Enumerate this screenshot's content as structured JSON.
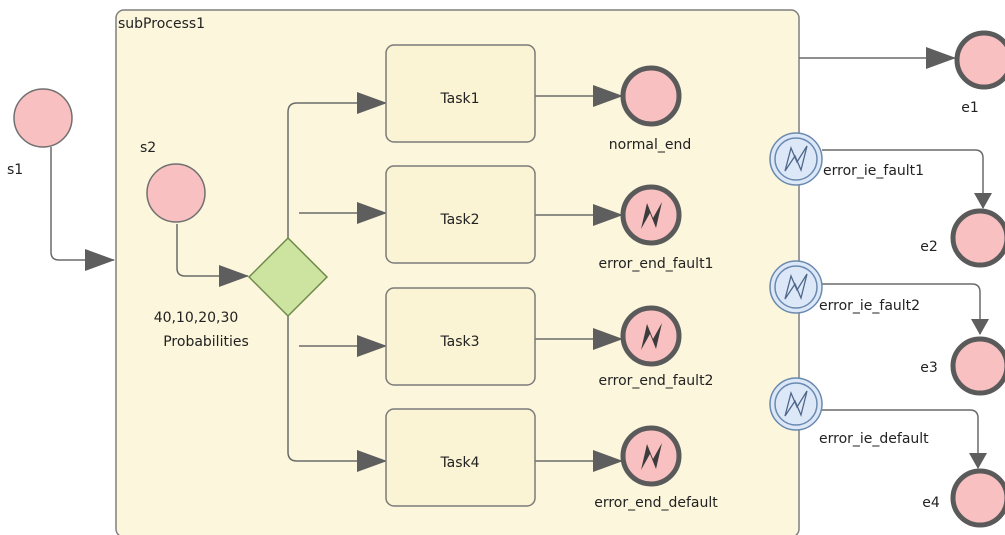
{
  "diagram": {
    "subprocess": {
      "name": "subProcess1",
      "annotation": {
        "line1": "40,10,20,30",
        "line2": "Probabilities"
      }
    },
    "start_events": {
      "s1": "s1",
      "s2": "s2"
    },
    "tasks": {
      "task1": "Task1",
      "task2": "Task2",
      "task3": "Task3",
      "task4": "Task4"
    },
    "inner_end_events": {
      "normal_end": "normal_end",
      "error_end_fault1": "error_end_fault1",
      "error_end_fault2": "error_end_fault2",
      "error_end_default": "error_end_default"
    },
    "boundary_events": {
      "fault1": "error_ie_fault1",
      "fault2": "error_ie_fault2",
      "default": "error_ie_default"
    },
    "outer_end_events": {
      "e1": "e1",
      "e2": "e2",
      "e3": "e3",
      "e4": "e4"
    }
  },
  "colors": {
    "event_fill": "#f8c0c0",
    "event_stroke": "#707070",
    "end_event_stroke": "#5a5a5a",
    "subprocess_fill": "#fbf6dc",
    "subprocess_stroke": "#7f7f7f",
    "task_fill": "#fbf4d4",
    "gateway_fill": "#cde3a0",
    "boundary_fill": "#dce8f8",
    "boundary_stroke": "#6a8ab0",
    "connector": "#6a6a6a"
  }
}
